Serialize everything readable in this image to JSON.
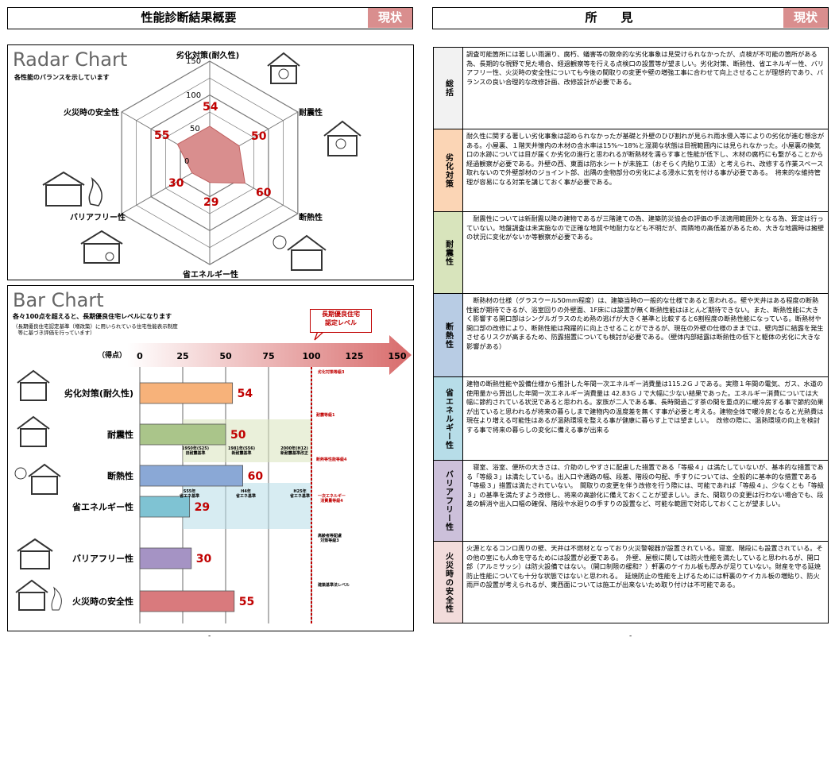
{
  "left_header": {
    "title": "性能診断結果概要",
    "badge": "現状"
  },
  "right_header": {
    "title": "所　　見",
    "badge": "現状"
  },
  "radar": {
    "title": "Radar Chart",
    "subtitle": "各性能のバランスを示しています"
  },
  "bar": {
    "title": "Bar Chart",
    "subtitle1": "各々100点を超えると、長期優良住宅レベルになります",
    "subtitle2": "（長期優良住宅認定基準（増改築）に用いられている住宅性能表示制度",
    "subtitle3": "　等に基づき評価を行っています）",
    "score_label": "（得点）",
    "callout": "長期優良住宅\n認定レベル",
    "ref_notes": {
      "r1": "劣化対策等級3",
      "r2": "耐震等級1",
      "r3a": "1950年(S25)\n旧耐震基準",
      "r3b": "1981年(S56)\n新耐震基準",
      "r3c": "2000年(H12)\n新耐震基準改正",
      "r4": "断熱等性能等級4",
      "r5a": "S55年\n省エネ基準",
      "r5b": "H4年\n省エネ基準",
      "r5c": "H25年\n省エネ基準",
      "r6": "一次エネルギー\n消費量等級4",
      "r7": "高齢者等配慮\n対策等級3",
      "r8": "建築基準法レベル"
    }
  },
  "chart_data": [
    {
      "type": "radar",
      "title": "Radar Chart",
      "axes": [
        "劣化対策(耐久性)",
        "耐震性",
        "断熱性",
        "省エネルギー性",
        "バリアフリー性",
        "火災時の安全性"
      ],
      "values": [
        54,
        50,
        60,
        29,
        30,
        55
      ],
      "range": [
        0,
        150
      ],
      "ticks": [
        0,
        50,
        100,
        150
      ]
    },
    {
      "type": "bar",
      "title": "Bar Chart",
      "categories": [
        "劣化対策(耐久性)",
        "耐震性",
        "断熱性",
        "省エネルギー性",
        "バリアフリー性",
        "火災時の安全性"
      ],
      "values": [
        54,
        50,
        60,
        29,
        30,
        55
      ],
      "ticks": [
        0,
        25,
        50,
        75,
        100,
        125,
        150
      ],
      "xlim": [
        0,
        150
      ],
      "reference_line": 100,
      "colors": [
        "#f7b27a",
        "#aac58a",
        "#8aa8d6",
        "#7fc3d3",
        "#a593c4",
        "#d97a7d"
      ]
    }
  ],
  "findings": [
    {
      "label": "総括",
      "color": "#f2f2f2",
      "text": "調査可能箇所には著しい雨漏り、腐朽、蟻害等の致命的な劣化事象は見受けられなかったが、点検が不可能の箇所がある為、長期的な視野で見た場合、経過観察等を行える点検口の設置等が望ましい。劣化対策、断熱性、省エネルギー性、バリアフリー性、火災時の安全性についても今後の間取りの変更や壁の増強工事に合わせて向上させることが理想的であり、バランスの良い合理的な改修計画、改修設計が必要である。"
    },
    {
      "label": "劣化対策",
      "color": "#fbd5b5",
      "text": "耐久性に関する著しい劣化事象は認められなかったが基礎と外壁のひび割れが見られ雨水侵入等によりの劣化が進む懸念がある。小屋裏、１階天井懐内の木材の含水率は15%～18%と湿潤な状態は目視範囲内には見られなかった。小屋裏の換気口の水跡については目が届くか劣化の進行と思われるが断熱材を濡らす事と性能が低下し、木材の腐朽にも繋がることから経過観察が必要である。外壁の西、東面は防水シートが未施工（おそらく内貼り工法）と考えられ、改修する作業スペース取れないので外壁部材のジョイント部、出隅の金物部分の劣化による浸水に気を付ける事が必要である。　将来的な維持管理が容易になる対策を講じておく事が必要である。"
    },
    {
      "label": "耐震性",
      "color": "#d8e4bc",
      "text": "　耐震性については新耐震以降の建物であるが三階建ての為、建築防災協会の評価の手法適用範囲外となる為、算定は行っていない。地盤調査は未実施なので正確な地質や地耐力なども不明だが、両隣地の高低差があるため、大きな地震時は擁壁の状況に変化がないか等観察が必要である。"
    },
    {
      "label": "断熱性",
      "color": "#b8cce4",
      "text": "　断熱材の仕様（グラスウール50mm程度）は、建築当時の一般的な仕様であると思われる。壁や天井はある程度の断熱性能が期待できるが、浴室回りの外壁面、1F床には設置が無く断熱性能はほとんど期待できない。また、断熱性能に大きく影響する開口部はシングルガラスのため熱の逃げが大きく基準と比較すると6割程度の断熱性能になっている。断熱材や開口部の改修により、断熱性能は飛躍的に向上させることができるが、現在の外壁の仕様のままでは、壁内部に結露を発生させるリスクが高まるため、防露措置についても検討が必要である。（壁体内部結露は断熱性の低下と躯体の劣化に大きな影響がある）"
    },
    {
      "label": "省エネルギー性",
      "color": "#b7dde8",
      "text": "建物の断熱性能や設備仕様から推計した年間一次エネルギー消費量は115.2ＧＪである。実際１年間の電気、ガス、水道の使用量から算出した年間一次エネルギー消費量は 42.83ＧＪで大幅に少ない結果であった。エネルギー消費については大幅に節約されている状況であると思われる。家族が二人である事、長時間過ごす茶の間を重点的に暖冷房する事で節約効果が出ていると思われるが将来の暮らしまで建物内の温度差を無くす事が必要と考える。建物全体で暖冷房となると光熱費は現在より増える可能性はあるが温熱環境を整える事が健康に暮らす上では望ましい。　改修の際に、温熱環境の向上を検討する事で将来の暮らしの変化に備える事が出来る"
    },
    {
      "label": "バリアフリー性",
      "color": "#ccc0da",
      "text": "　寝室、浴室、便所の大きさは、介助のしやすさに配慮した措置である「等級４」は満たしていないが、基本的な措置である「等級３」は満たしている。出入口や通路の幅、段差、階段の勾配、手すりについては、全般的に基本的な措置である「等級３」措置は満たされていない。　間取りの変更を伴う改修を行う際には、可能であれば「等級４」、少なくとも「等級３」の基準を満たすよう改修し、将来の高齢化に備えておくことが望ましい。また、間取りの変更は行わない場合でも、段差の解消や出入口幅の確保、階段や水廻りの手すりの設置など、可能な範囲で対応しておくことが望ましい。"
    },
    {
      "label": "火災時の安全性",
      "color": "#f2dcdb",
      "text": "火源となるコンロ周りの壁、天井は不燃材となっており火災警報器が設置されている。寝室、階段にも設置されている。その他の室にも人命を守るためには設置が必要である。　外壁、屋根に関しては防火性能を満たしていると思われるが、開口部（アルミサッシ）は防火設備ではない。（開口制限の緩和？）軒裏のケイカル板も厚みが足りていない。財産を守る延焼防止性能についても十分な状態ではないと思われる。　延焼防止の性能を上げるためには軒裏のケイカル板の増貼り、防火雨戸の設置が考えられるが、東西面については施工が出来ないため取り付けは不可能である。"
    }
  ],
  "footer": {
    "left": "-",
    "right": "-"
  }
}
